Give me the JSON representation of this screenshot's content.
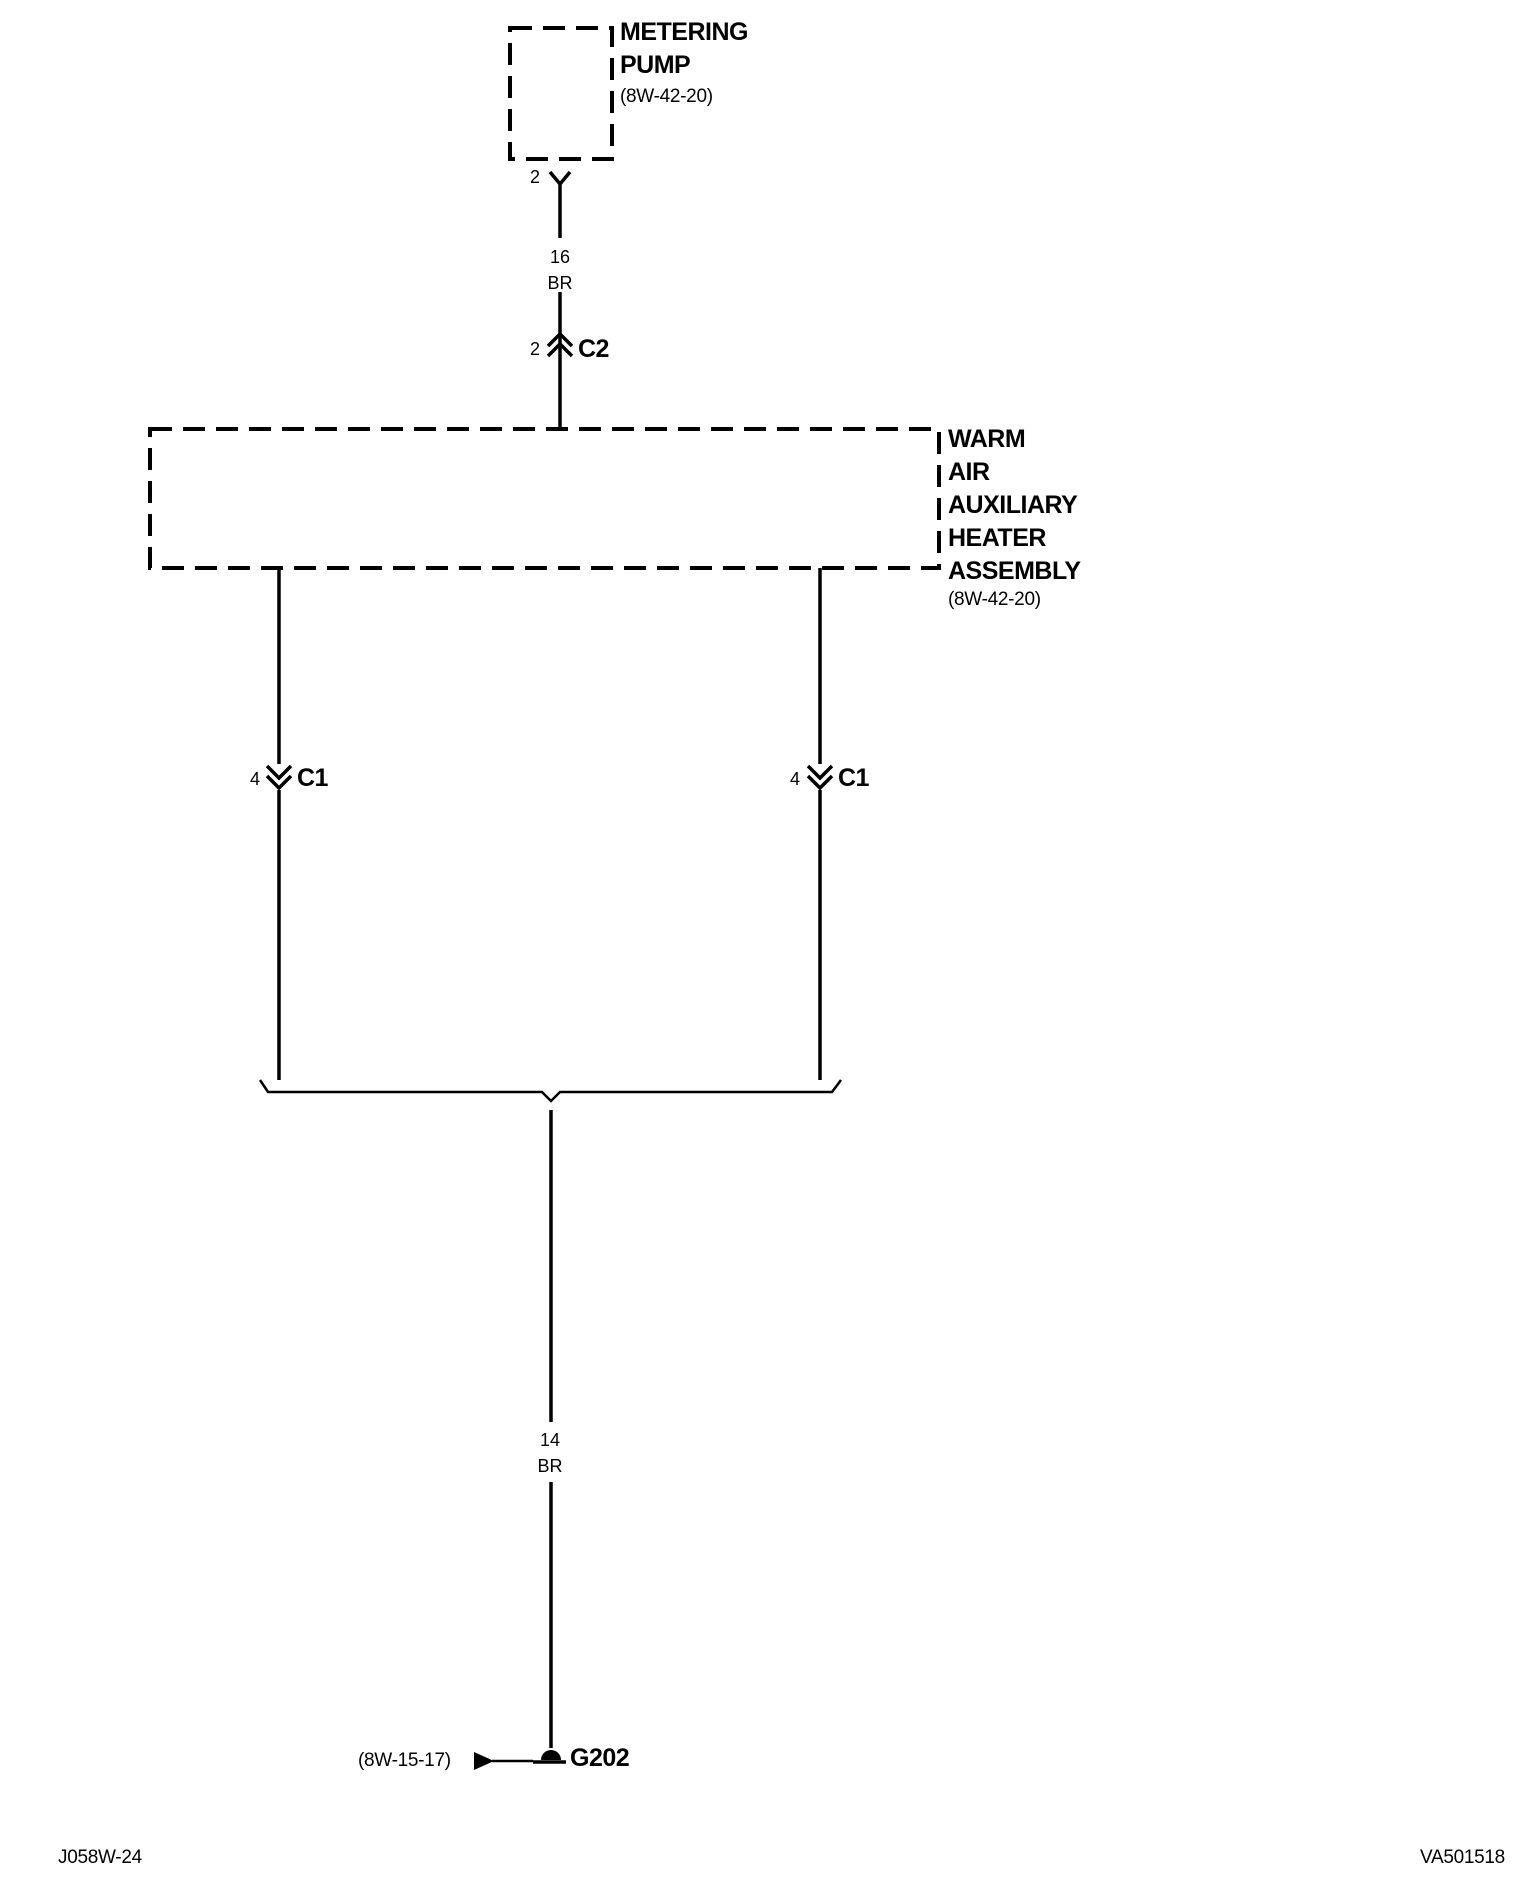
{
  "components": {
    "metering_pump": {
      "name_lines": [
        "METERING",
        "PUMP"
      ],
      "ref": "(8W-42-20)",
      "pin": "2"
    },
    "heater": {
      "name_lines": [
        "WARM",
        "AIR",
        "AUXILIARY",
        "HEATER",
        "ASSEMBLY"
      ],
      "ref": "(8W-42-20)"
    }
  },
  "connectors": {
    "c2": {
      "pin": "2",
      "label": "C2"
    },
    "c1_left": {
      "pin": "4",
      "label": "C1"
    },
    "c1_right": {
      "pin": "4",
      "label": "C1"
    }
  },
  "wires": {
    "upper": {
      "gauge": "16",
      "color": "BR"
    },
    "lower": {
      "gauge": "14",
      "color": "BR"
    }
  },
  "ground": {
    "label": "G202",
    "ref": "(8W-15-17)"
  },
  "footer": {
    "left_code": "J058W-24",
    "right_code": "VA501518"
  }
}
